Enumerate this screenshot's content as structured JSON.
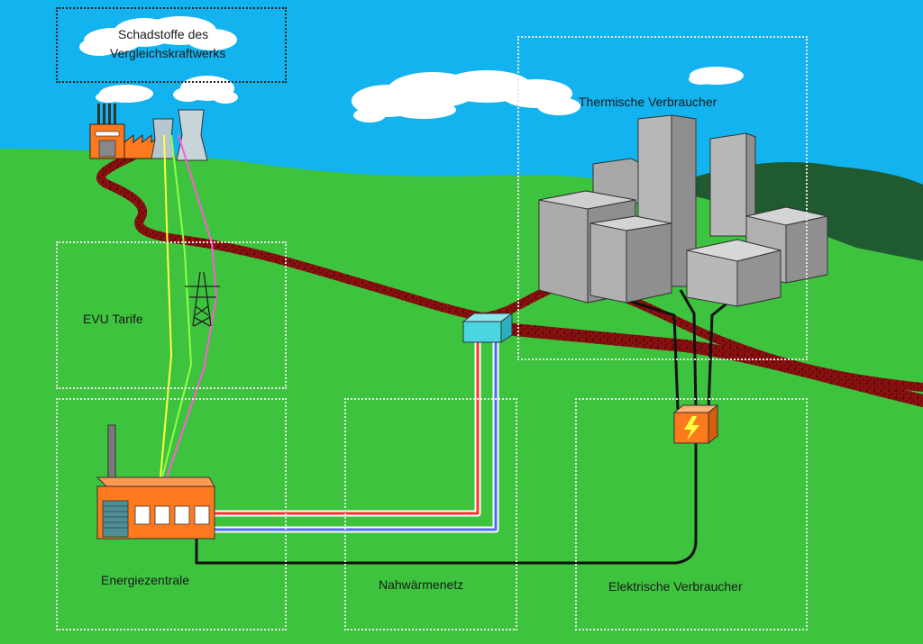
{
  "labels": {
    "reference_emissions_line1": "Schadstoffe des",
    "reference_emissions_line2": "Vergleichskraftwerks",
    "thermal_consumers": "Thermische Verbraucher",
    "utility_tariffs": "EVU Tarife",
    "energy_center": "Energiezentrale",
    "local_heating_network": "Nahwärmenetz",
    "electrical_consumers": "Elektrische Verbraucher"
  },
  "colors": {
    "sky": "#12b3ee",
    "grass": "#3ec33e",
    "dark_hill": "#1f5a30",
    "road": "#8a1010",
    "building_orange": "#ff7a1f",
    "substation_cyan": "#4bd5e0",
    "supply_pipe": "#ff3030",
    "return_pipe": "#4a6cff",
    "power_cable": "#111111",
    "emission_yellow": "#ffff40",
    "emission_green": "#8cff4a",
    "emission_pink": "#ff5ad8"
  },
  "icons": [
    "factory-icon",
    "cooling-tower-icon",
    "power-pylon-icon",
    "lightning-icon",
    "cloud-icon",
    "chimney-icon"
  ]
}
